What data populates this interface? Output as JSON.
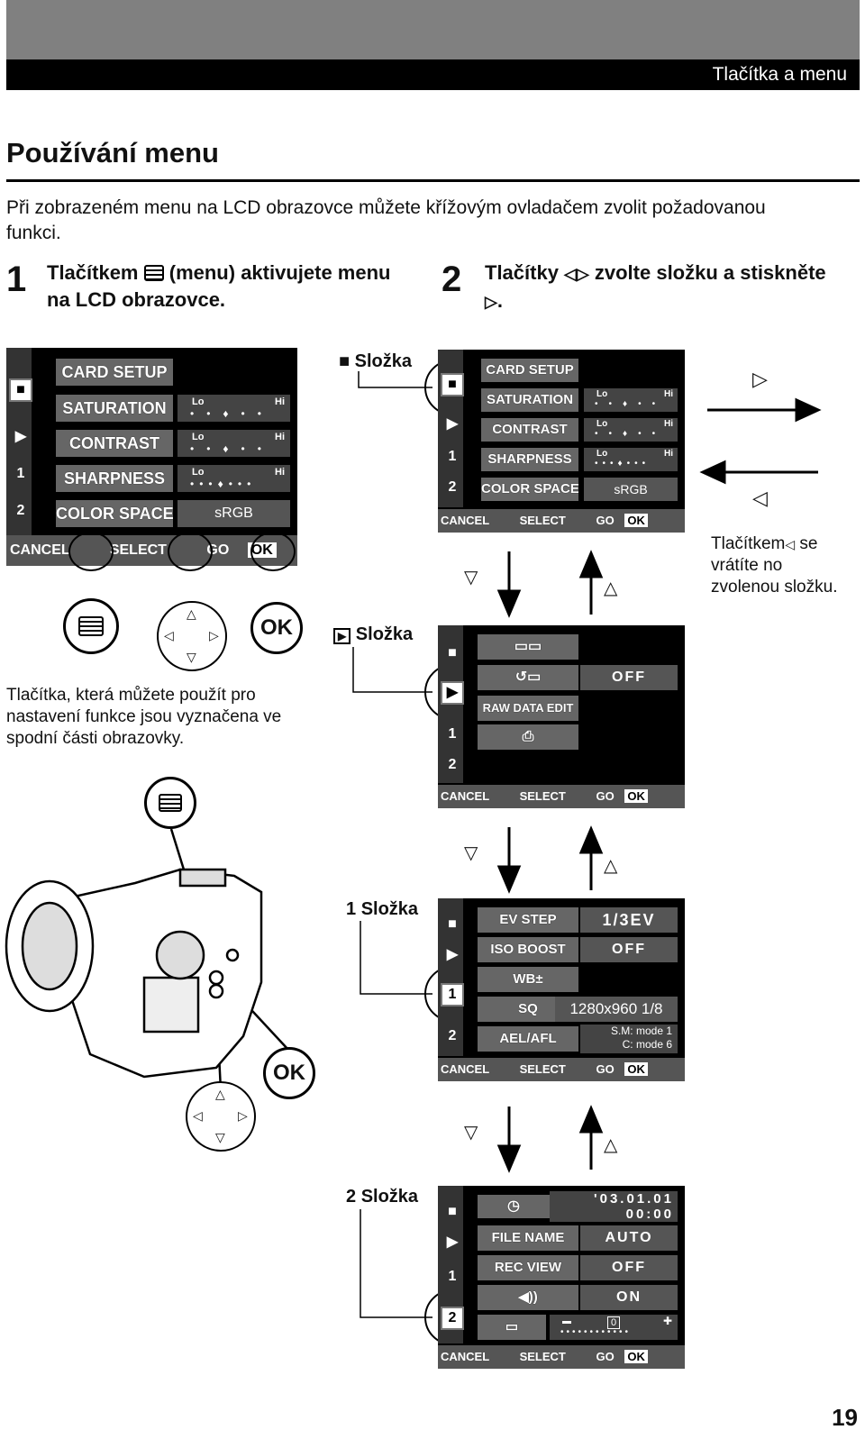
{
  "header": {
    "section": "Tlačítka a menu"
  },
  "title": "Používání menu",
  "intro": "Při zobrazeném menu na LCD obrazovce můžete křížovým ovladačem zvolit požadovanou funkci.",
  "step1": {
    "number": "1",
    "text_before": "Tlačítkem",
    "text_after": "(menu) aktivujete menu na LCD obrazovce."
  },
  "step2": {
    "number": "2",
    "text_before": "Tlačítky",
    "text_mid": "zvolte složku a stiskněte",
    "text_end": "."
  },
  "folders": {
    "camera": "Složka",
    "play": "Složka",
    "setup1": "Složka",
    "setup2": "Složka",
    "setup1_tab": "1",
    "setup2_tab": "2"
  },
  "return_note": {
    "line1": "Tlačítkem",
    "rest": "se vrátíte no zvolenou složku."
  },
  "buttons_note": "Tlačítka, která můžete použít pro nastavení funkce jsou vyznačena ve spodní části obrazovky.",
  "ok_label": "OK",
  "lcd_common": {
    "cancel": "CANCEL",
    "select": "SELECT",
    "go": "GO",
    "ok": "OK",
    "lo": "Lo",
    "hi": "Hi"
  },
  "lcd_main": {
    "items": [
      "CARD SETUP",
      "SATURATION",
      "CONTRAST",
      "SHARPNESS",
      "COLOR SPACE"
    ],
    "color_space_value": "sRGB"
  },
  "lcd_play": {
    "raw": "RAW DATA EDIT",
    "off": "OFF"
  },
  "lcd_setup1": {
    "items": [
      "EV STEP",
      "ISO BOOST",
      "WB±",
      "SQ",
      "AEL/AFL"
    ],
    "values": [
      "1/3EV",
      "OFF",
      "",
      "1280x960 1/8",
      ""
    ],
    "ael_line1": "S.M: mode 1",
    "ael_line2": "C: mode 6"
  },
  "lcd_setup2": {
    "date": "'03.01.01",
    "time": "00:00",
    "items": [
      "FILE NAME",
      "REC VIEW"
    ],
    "values": [
      "AUTO",
      "OFF",
      "ON"
    ],
    "brightness": "0"
  },
  "page_number": "19"
}
